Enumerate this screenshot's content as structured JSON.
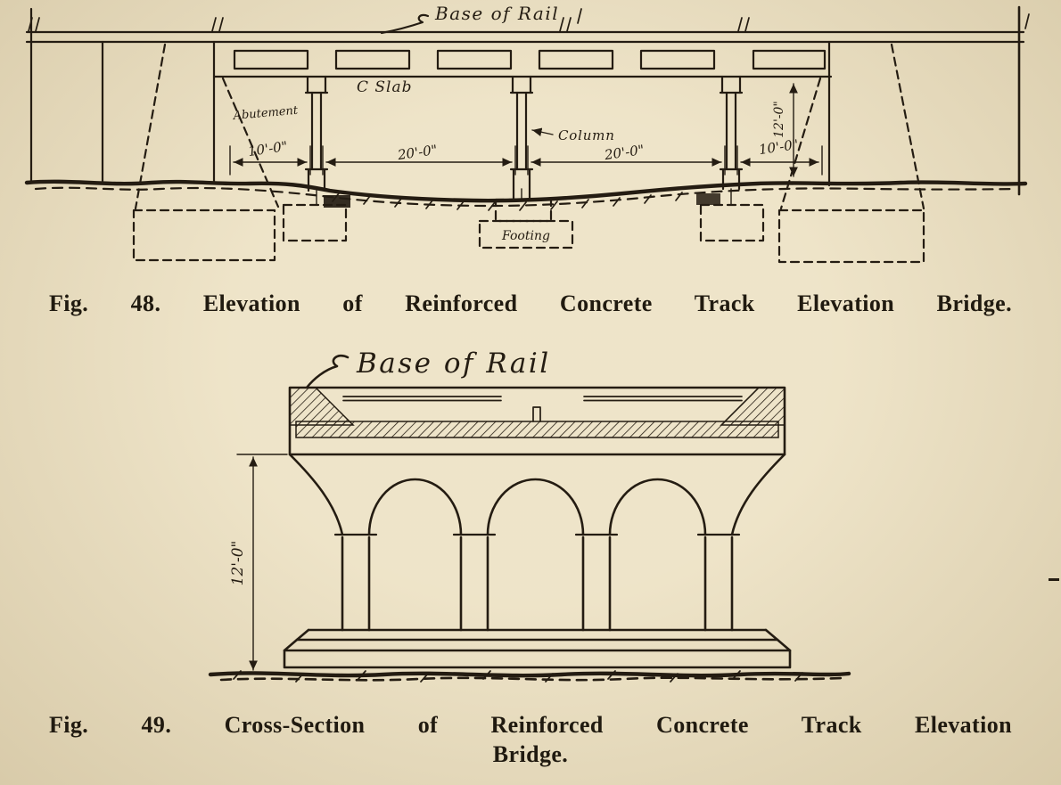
{
  "page": {
    "paper_color": "#e9ddbf",
    "ink_color": "#241c12"
  },
  "fig48": {
    "annotations": {
      "base_of_rail": "Base of Rail",
      "slab": "C Slab",
      "abutment": "Abutement",
      "column": "Column",
      "footing": "Footing"
    },
    "dimensions": {
      "span_left": "10'-0\"",
      "span_mid_left": "20'-0\"",
      "span_mid_right": "20'-0\"",
      "span_right": "10'-0\"",
      "height": "12'-0\""
    },
    "caption": {
      "figure_label": "Fig. 48.",
      "text": "Elevation of Reinforced Concrete Track Elevation Bridge."
    }
  },
  "fig49": {
    "annotations": {
      "base_of_rail": "Base of Rail"
    },
    "dimensions": {
      "height": "12'-0\""
    },
    "caption": {
      "figure_label": "Fig. 49.",
      "line1_text": "Cross-Section of Reinforced Concrete Track Elevation",
      "line2": "Bridge."
    }
  }
}
